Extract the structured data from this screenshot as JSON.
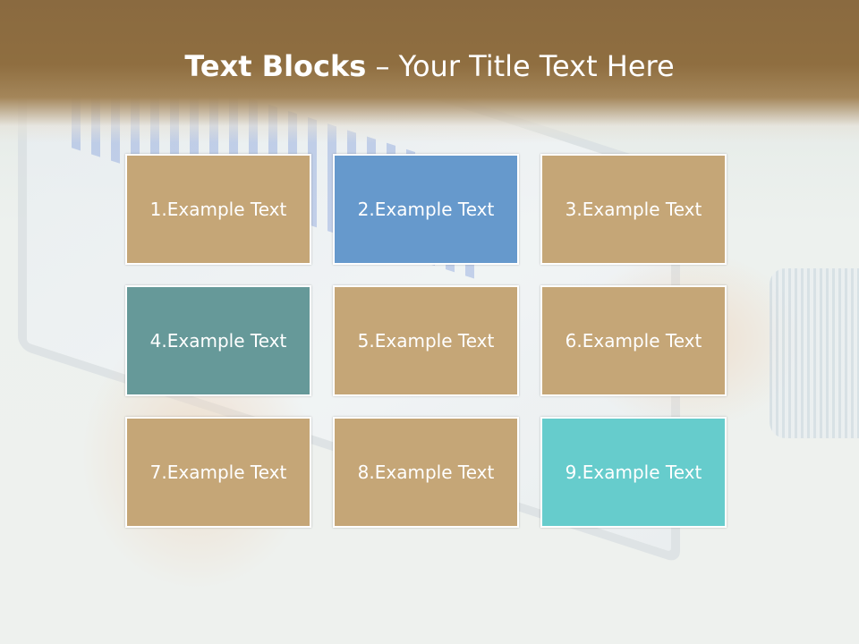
{
  "title": {
    "bold": "Text Blocks",
    "rest": " – Your Title Text Here"
  },
  "blocks": [
    {
      "label": "1.Example Text",
      "color": "#c5a677"
    },
    {
      "label": "2.Example Text",
      "color": "#6699cc"
    },
    {
      "label": "3.Example Text",
      "color": "#c5a677"
    },
    {
      "label": "4.Example Text",
      "color": "#669999"
    },
    {
      "label": "5.Example Text",
      "color": "#c5a677"
    },
    {
      "label": "6.Example Text",
      "color": "#c5a677"
    },
    {
      "label": "7.Example Text",
      "color": "#c5a677"
    },
    {
      "label": "8.Example Text",
      "color": "#c5a677"
    },
    {
      "label": "9.Example Text",
      "color": "#66cccc"
    }
  ],
  "colors": {
    "header": "#8f6e40",
    "text": "#ffffff"
  }
}
